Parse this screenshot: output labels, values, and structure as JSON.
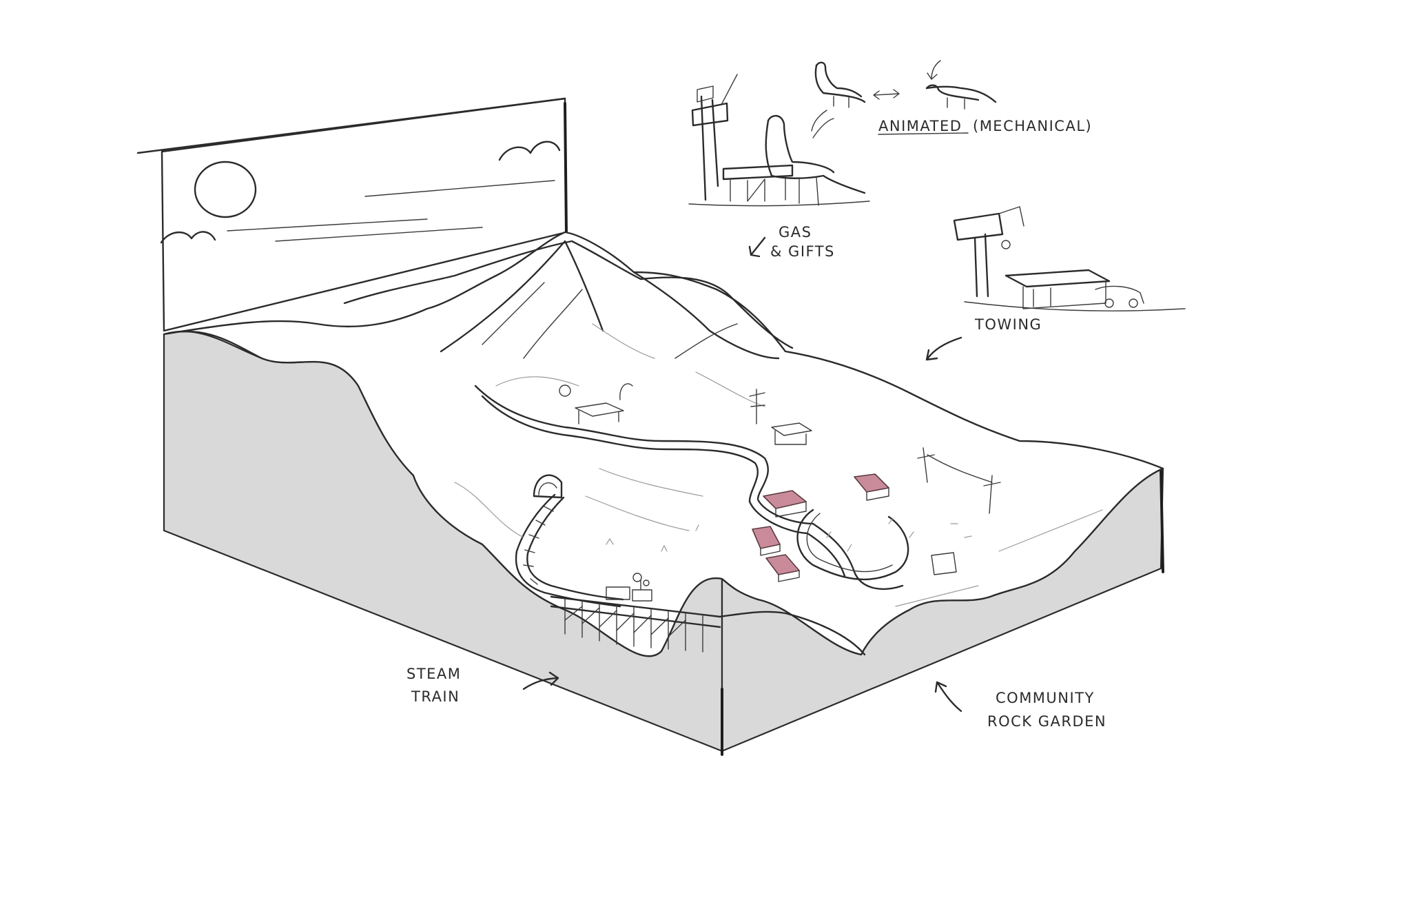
{
  "annotations": {
    "animated": "ANIMATED",
    "mechanical": "(MECHANICAL)",
    "gas_line1": "GAS",
    "gas_line2": "& GIFTS",
    "towing": "TOWING",
    "steam_line1": "STEAM",
    "steam_line2": "TRAIN",
    "rock_line1": "COMMUNITY",
    "rock_line2": "ROCK GARDEN"
  },
  "colors": {
    "ink": "#2b2b2b",
    "side_fill": "#d9d9d9",
    "roof_highlight": "#c98b9a",
    "background": "#ffffff"
  }
}
